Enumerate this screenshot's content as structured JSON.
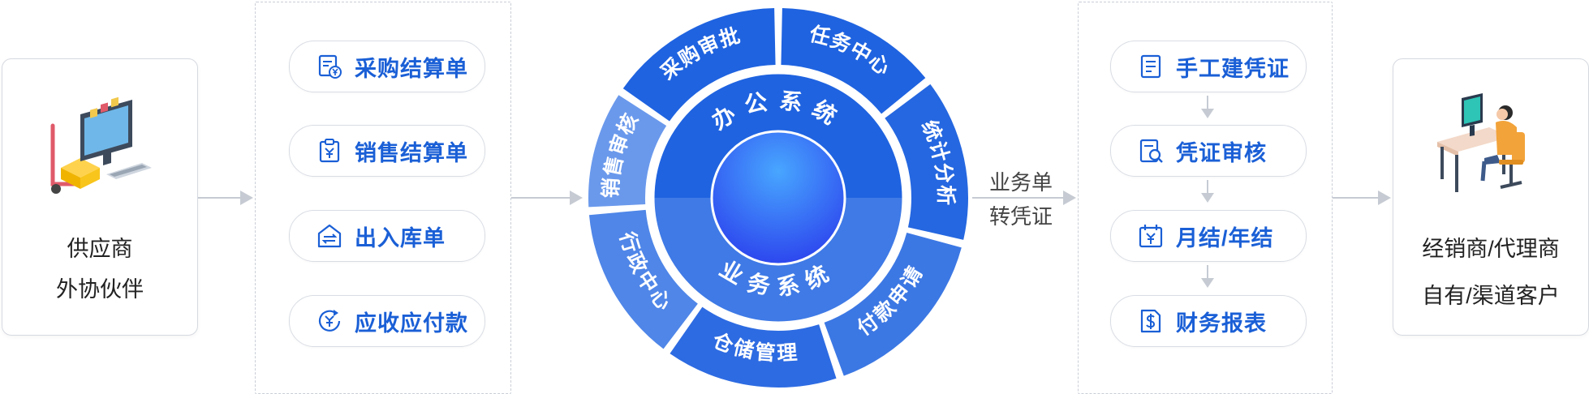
{
  "supplier": {
    "line1": "供应商",
    "line2": "外协伙伴"
  },
  "inputs": [
    {
      "label": "采购结算单",
      "icon": "invoice-yen-icon"
    },
    {
      "label": "销售结算单",
      "icon": "clipboard-yen-icon"
    },
    {
      "label": "出入库单",
      "icon": "warehouse-exchange-icon"
    },
    {
      "label": "应收应付款",
      "icon": "yen-cycle-icon"
    }
  ],
  "wheel": {
    "inner_top": "办公系统",
    "inner_bottom": "业务系统",
    "segments": [
      {
        "label": "采购审批"
      },
      {
        "label": "任务中心"
      },
      {
        "label": "统计分析"
      },
      {
        "label": "付款申请"
      },
      {
        "label": "仓储管理"
      },
      {
        "label": "行政中心"
      },
      {
        "label": "销售审核"
      }
    ]
  },
  "transfer": {
    "line1": "业务单",
    "line2": "转凭证"
  },
  "steps": [
    {
      "label": "手工建凭证",
      "icon": "document-lines-icon"
    },
    {
      "label": "凭证审核",
      "icon": "document-search-icon"
    },
    {
      "label": "月结/年结",
      "icon": "calendar-yen-icon"
    },
    {
      "label": "财务报表",
      "icon": "report-dollar-icon"
    }
  ],
  "customer": {
    "line1": "经销商/代理商",
    "line2": "自有/渠道客户"
  },
  "colors": {
    "accent": "#1a5fd6",
    "ring_dark": "#1f63e0",
    "ring_light": "#5d8eea",
    "core": "#2d55f0"
  }
}
